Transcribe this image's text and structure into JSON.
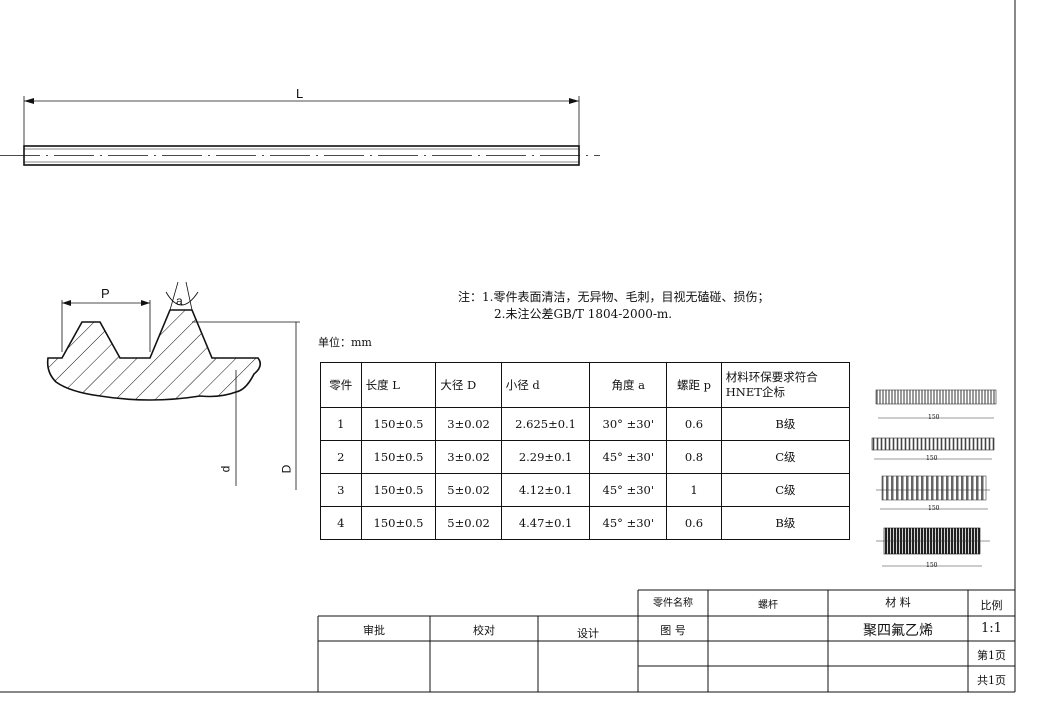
{
  "drawing": {
    "dim_length": "L",
    "dim_pitch": "P",
    "dim_angle": "a",
    "dim_minor": "d",
    "dim_major": "D"
  },
  "notes": {
    "line1": "注：1.零件表面清洁，无异物、毛刺，目视无磕碰、损伤；",
    "line2": "2.未注公差GB/T 1804-2000-m."
  },
  "unit_label": "单位：mm",
  "spec_table": {
    "headers": [
      "零件",
      "长度 L",
      "大径 D",
      "小径 d",
      "角度 a",
      "螺距 p",
      "材料环保要求符合HNET企标"
    ],
    "header_last_line1": "材料环保要求符合",
    "header_last_line2": "HNET企标",
    "rows": [
      [
        "1",
        "150±0.5",
        "3±0.02",
        "2.625±0.1",
        "30° ±30'",
        "0.6",
        "B级"
      ],
      [
        "2",
        "150±0.5",
        "3±0.02",
        "2.29±0.1",
        "45° ±30'",
        "0.8",
        "C级"
      ],
      [
        "3",
        "150±0.5",
        "5±0.02",
        "4.12±0.1",
        "45° ±30'",
        "1",
        "C级"
      ],
      [
        "4",
        "150±0.5",
        "5±0.02",
        "4.47±0.1",
        "45° ±30'",
        "0.6",
        "B级"
      ]
    ]
  },
  "thumbnails": [
    {
      "label": "150",
      "color": "#6a6a6a"
    },
    {
      "label": "150",
      "color": "#7a7a7a"
    },
    {
      "label": "150",
      "color": "#8a8a8a"
    },
    {
      "label": "150",
      "color": "#2a2a2a"
    }
  ],
  "title_block": {
    "part_name_label": "零件名称",
    "part_name_value": "螺杆",
    "material_label": "材  料",
    "scale_label": "比例",
    "approve_label": "审批",
    "check_label": "校对",
    "design_label": "设计",
    "drawing_no_label": "图  号",
    "material_value": "聚四氟乙烯",
    "scale_value": "1:1",
    "page_label": "第1页",
    "total_label": "共1页"
  }
}
